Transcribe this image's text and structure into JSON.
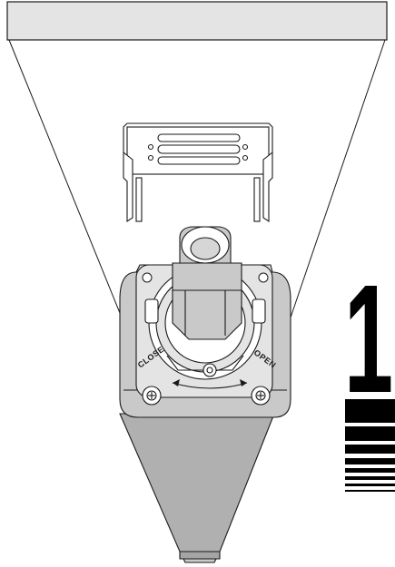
{
  "device": {
    "close_label": "CLOSE",
    "open_label": "OPEN"
  },
  "step_indicator": {
    "step_number": "1"
  },
  "colors": {
    "line": "#1a1a1a",
    "white": "#ffffff",
    "body_fill": "#c9c9c9",
    "body_dark": "#a5a5a5",
    "cone_fill": "#b0b0b0",
    "panel_fill": "#e4e4e4",
    "accent": "#000000"
  }
}
